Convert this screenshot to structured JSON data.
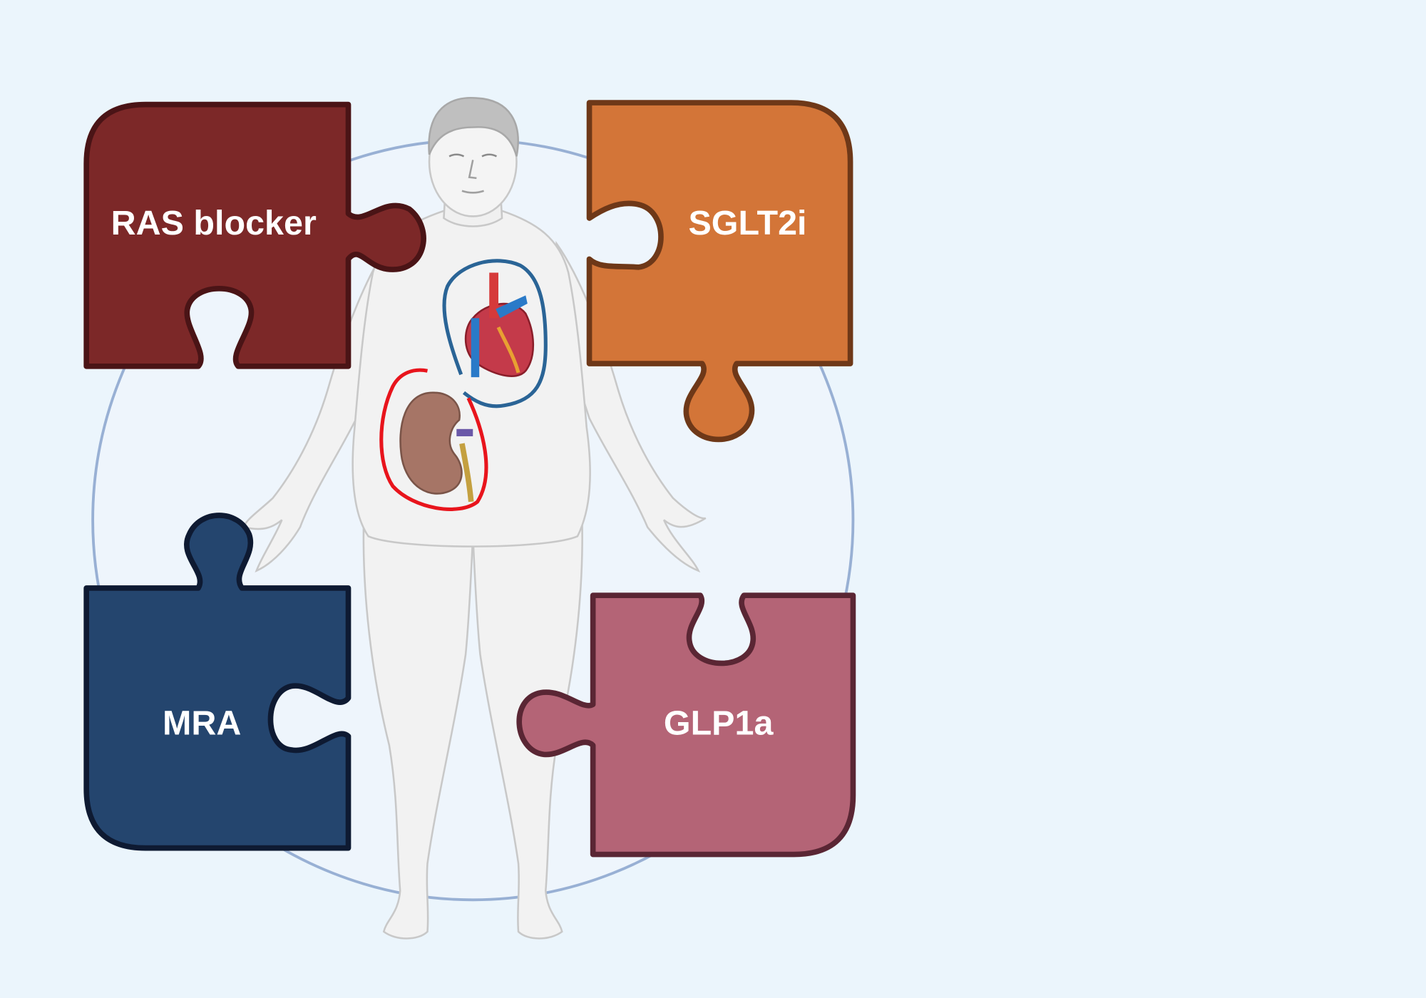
{
  "pieces": [
    {
      "id": "ras",
      "label": "RAS blocker",
      "fill": "#7c2828",
      "stroke": "#4a1416"
    },
    {
      "id": "sglt2i",
      "label": "SGLT2i",
      "fill": "#d37538",
      "stroke": "#6e3818"
    },
    {
      "id": "mra",
      "label": "MRA",
      "fill": "#24456e",
      "stroke": "#0e1a32"
    },
    {
      "id": "glp1a",
      "label": "GLP1a",
      "fill": "#b46476",
      "stroke": "#5a2634"
    }
  ],
  "colors": {
    "background": "#ebf5fc",
    "ring": "#98b0d4",
    "heart_outline": "#2a6496",
    "kidney_outline": "#e8141c",
    "body_fill": "#f2f2f2"
  }
}
